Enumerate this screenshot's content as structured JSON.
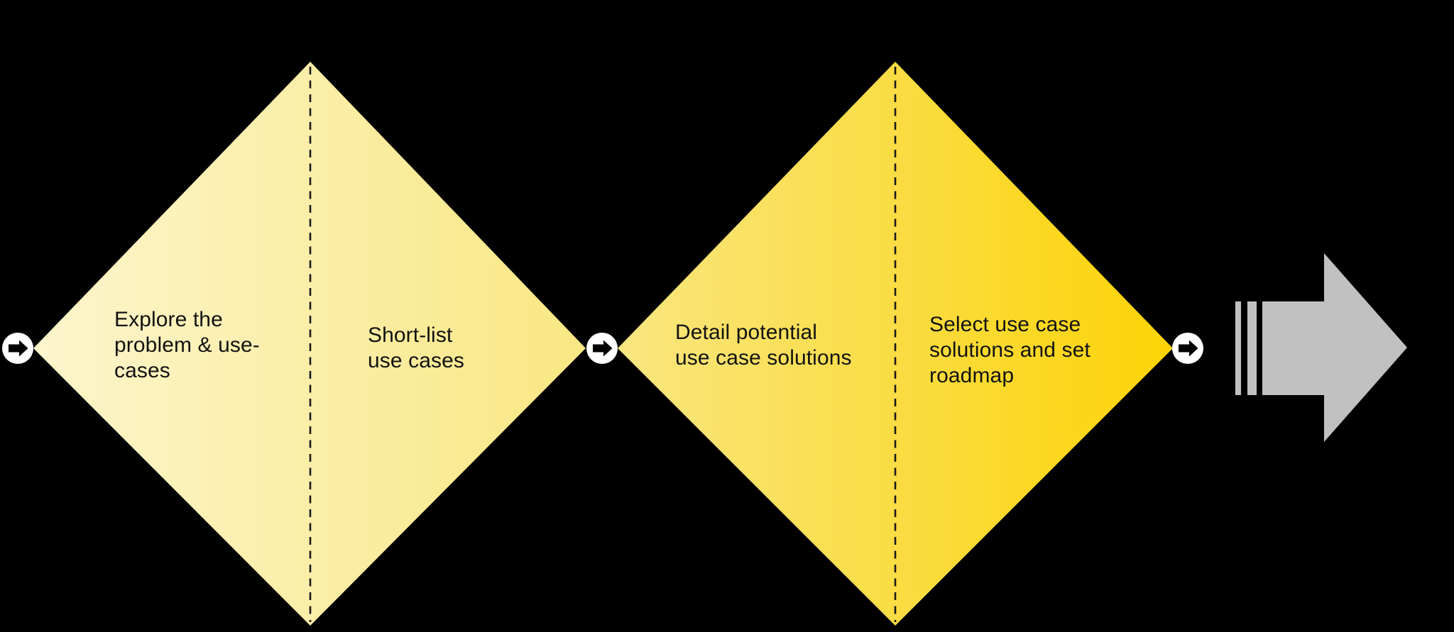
{
  "diagram": {
    "type": "double-diamond-process",
    "background": "#000000",
    "text_color": "#121212",
    "divider_color": "#1A1A1A",
    "diamonds": [
      {
        "left_label": "Explore the\nproblem & use-\ncases",
        "right_label": "Short-list\nuse cases",
        "gradient_start": "#FDF5CD",
        "gradient_end": "#F9E783"
      },
      {
        "left_label": "Detail potential\nuse case solutions",
        "right_label": "Select use case\nsolutions and set\nroadmap",
        "gradient_start": "#F9E680",
        "gradient_end": "#FCD306"
      }
    ],
    "connector": {
      "icon": "arrow-right-circle-icon",
      "circle_color": "#FFFFFF",
      "arrow_color": "#000000"
    },
    "forward_arrow": {
      "icon": "forward-arrow-icon",
      "color": "#C1C1C1"
    }
  }
}
